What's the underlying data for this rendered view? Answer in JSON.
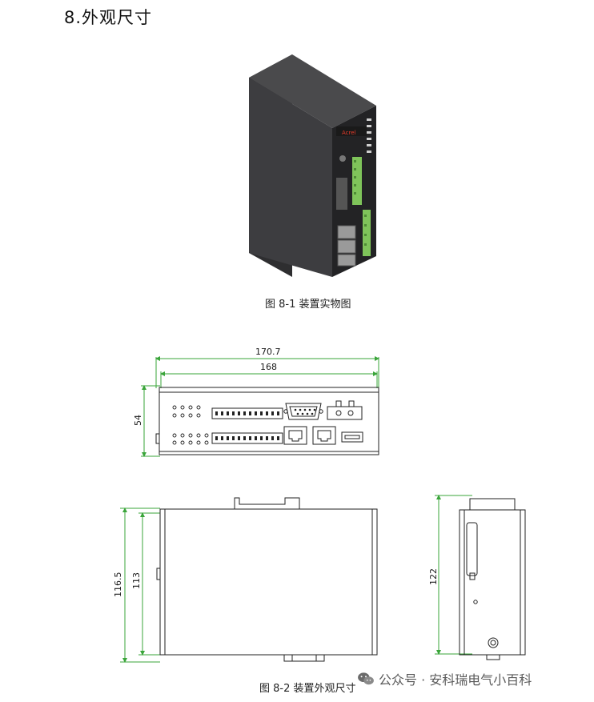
{
  "section_title": "8.外观尺寸",
  "figure1_caption": "图 8-1 装置实物图",
  "figure2_caption": "图 8-2 装置外观尺寸",
  "dimensions": {
    "overall_width": "170.7",
    "body_width": "168",
    "front_height": "54",
    "side_total": "116.5",
    "side_body": "113",
    "right_height": "122"
  },
  "device_logo": "Acrel",
  "watermark": "公众号 · 安科瑞电气小百科",
  "colors": {
    "dimension_line": "#3aa53a",
    "device_body": "#3c3c3e",
    "terminal_green": "#7fc45a"
  }
}
